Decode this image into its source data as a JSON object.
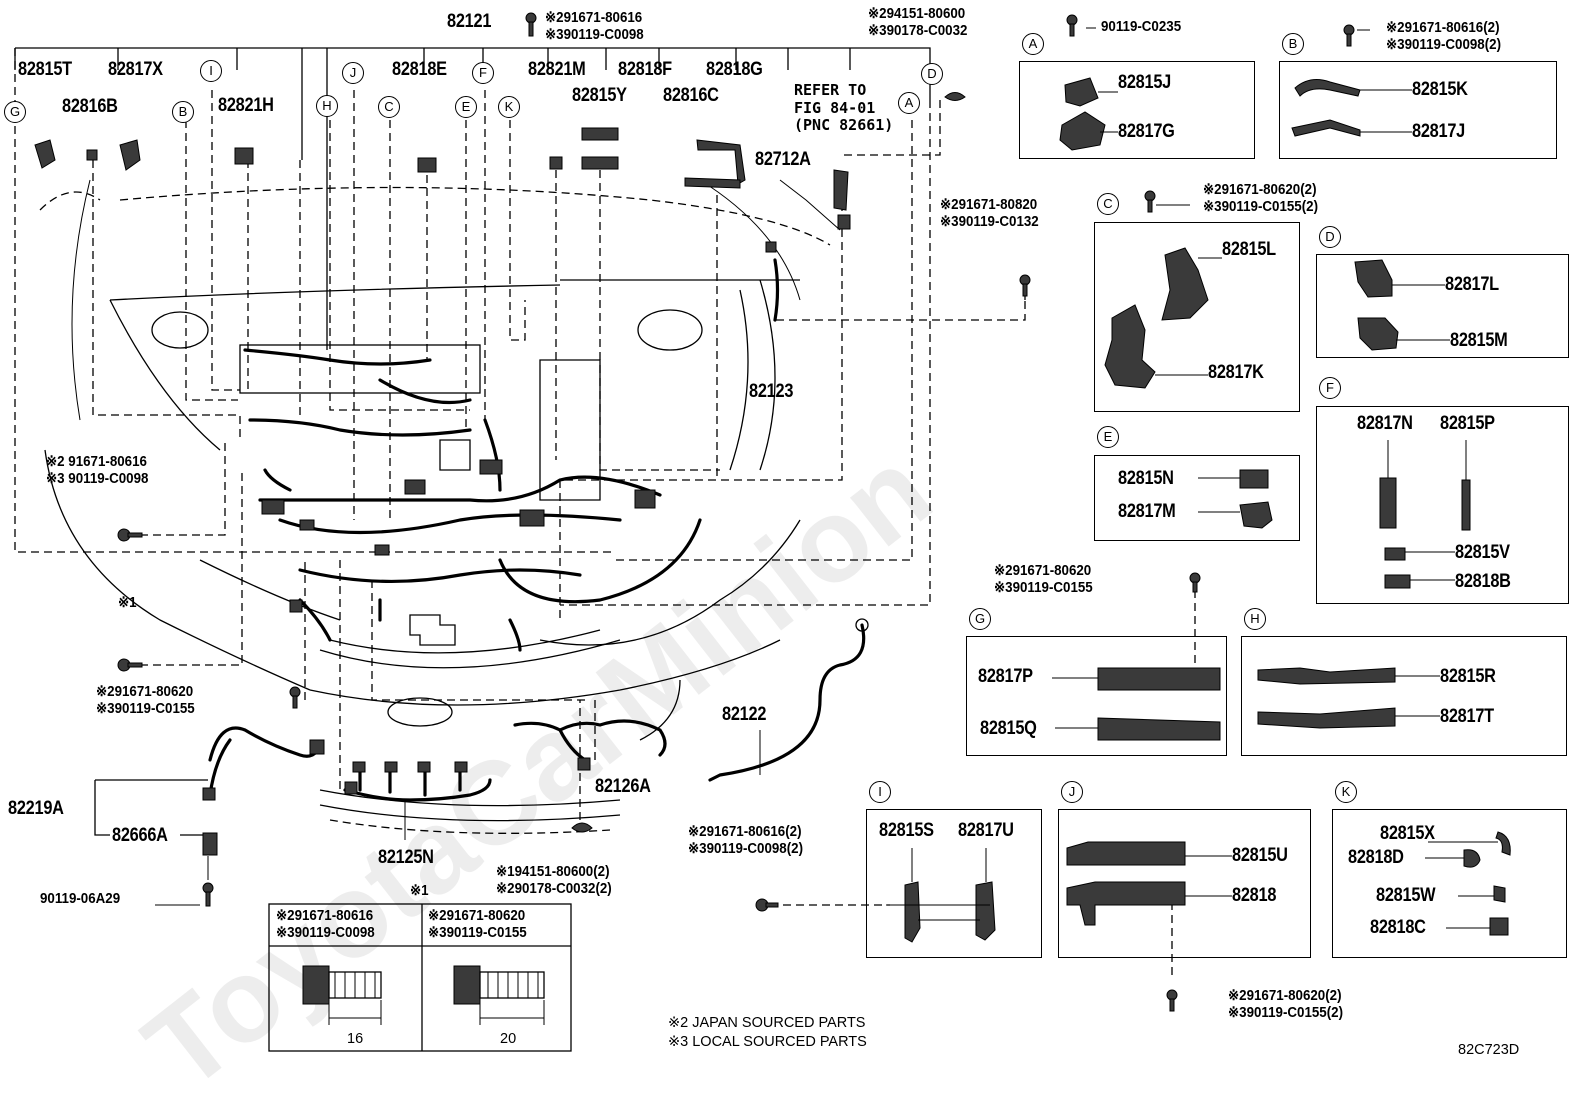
{
  "diagram_id": "82C723D",
  "watermark": "ToyotaCarMinion",
  "refer_note": [
    "REFER TO",
    "FIG 84-01",
    "(PNC 82661)"
  ],
  "footnotes": [
    "※2 JAPAN SOURCED PARTS",
    "※3 LOCAL SOURCED PARTS"
  ],
  "main_labels": {
    "p82121": "82121",
    "p82815T": "82815T",
    "p82817X": "82817X",
    "p82816B": "82816B",
    "p82821H": "82821H",
    "p82818E": "82818E",
    "p82821M": "82821M",
    "p82818F": "82818F",
    "p82818G": "82818G",
    "p82815Y": "82815Y",
    "p82816C": "82816C",
    "p82712A": "82712A",
    "p82123": "82123",
    "p82122": "82122",
    "p82126A": "82126A",
    "p82125N": "82125N",
    "p82219A": "82219A",
    "p82666A": "82666A",
    "p90119_06A29": "90119-06A29"
  },
  "refs": {
    "top_bolt": [
      "※291671-80616",
      "※390119-C0098"
    ],
    "top_clip": [
      "※294151-80600",
      "※390178-C0032"
    ],
    "right_bolt": [
      "※291671-80820",
      "※390119-C0132"
    ],
    "left_bolt": [
      "※2 91671-80616",
      "※3 90119-C0098"
    ],
    "mark1": "※1",
    "left_low_bolt": [
      "※291671-80620",
      "※390119-C0155"
    ],
    "bottom_clip": [
      "※194151-80600(2)",
      "※290178-C0032(2)"
    ],
    "i_bolt": [
      "※291671-80616(2)",
      "※390119-C0098(2)"
    ],
    "g_bolt": [
      "※291671-80620",
      "※390119-C0155"
    ],
    "c_bolt": [
      "※291671-80620(2)",
      "※390119-C0155(2)"
    ],
    "b_bolt": [
      "※291671-80616(2)",
      "※390119-C0098(2)"
    ],
    "a_bolt": "90119-C0235",
    "j_bolt": [
      "※291671-80620(2)",
      "※390119-C0155(2)"
    ]
  },
  "circle_letters": [
    "A",
    "B",
    "C",
    "D",
    "E",
    "F",
    "G",
    "H",
    "I",
    "J",
    "K"
  ],
  "detail_boxes": {
    "A": {
      "letter": "A",
      "parts": [
        "82815J",
        "82817G"
      ]
    },
    "B": {
      "letter": "B",
      "parts": [
        "82815K",
        "82817J"
      ]
    },
    "C": {
      "letter": "C",
      "parts": [
        "82815L",
        "82817K"
      ]
    },
    "D": {
      "letter": "D",
      "parts": [
        "82817L",
        "82815M"
      ]
    },
    "E": {
      "letter": "E",
      "parts": [
        "82815N",
        "82817M"
      ]
    },
    "F": {
      "letter": "F",
      "parts": [
        "82817N",
        "82815P",
        "82815V",
        "82818B"
      ]
    },
    "G": {
      "letter": "G",
      "parts": [
        "82817P",
        "82815Q"
      ]
    },
    "H": {
      "letter": "H",
      "parts": [
        "82815R",
        "82817T"
      ]
    },
    "I": {
      "letter": "I",
      "parts": [
        "82815S",
        "82817U"
      ]
    },
    "J": {
      "letter": "J",
      "parts": [
        "82815U",
        "82818"
      ]
    },
    "K": {
      "letter": "K",
      "parts": [
        "82815X",
        "82818D",
        "82815W",
        "82818C"
      ]
    }
  },
  "bolt_table": {
    "title": "※1",
    "col1": [
      "※291671-80616",
      "※390119-C0098"
    ],
    "col2": [
      "※291671-80620",
      "※390119-C0155"
    ],
    "len1": "16",
    "len2": "20"
  }
}
